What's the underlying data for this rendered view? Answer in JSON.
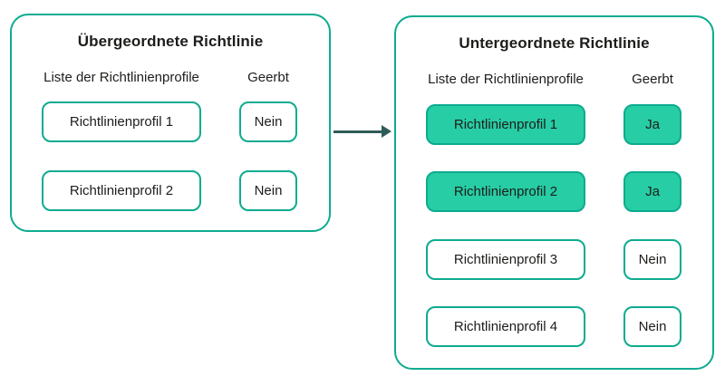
{
  "colors": {
    "border_teal": "#0dab90",
    "fill_teal": "#27cda4",
    "arrow": "#2e5c58",
    "text": "#1d1d1b",
    "background": "#ffffff"
  },
  "parent_panel": {
    "title": "Übergeordnete Richtlinie",
    "columns": {
      "profiles": "Liste der Richtlinienprofile",
      "inherited": "Geerbt"
    },
    "rows": [
      {
        "profile": "Richtlinienprofil 1",
        "inherited": "Nein",
        "variant": "outline"
      },
      {
        "profile": "Richtlinienprofil 2",
        "inherited": "Nein",
        "variant": "outline"
      }
    ]
  },
  "child_panel": {
    "title": "Untergeordnete Richtlinie",
    "columns": {
      "profiles": "Liste der Richtlinienprofile",
      "inherited": "Geerbt"
    },
    "rows": [
      {
        "profile": "Richtlinienprofil 1",
        "inherited": "Ja",
        "variant": "filled"
      },
      {
        "profile": "Richtlinienprofil 2",
        "inherited": "Ja",
        "variant": "filled"
      },
      {
        "profile": "Richtlinienprofil 3",
        "inherited": "Nein",
        "variant": "outline"
      },
      {
        "profile": "Richtlinienprofil 4",
        "inherited": "Nein",
        "variant": "outline"
      }
    ]
  }
}
